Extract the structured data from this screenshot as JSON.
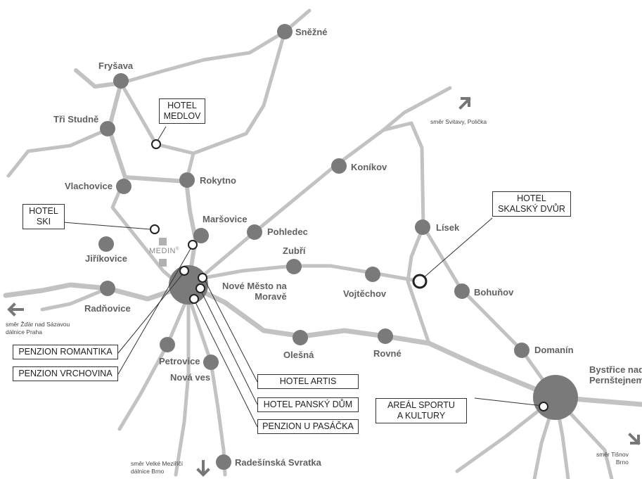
{
  "colors": {
    "road": "#c2c2c2",
    "town_marker": "#7a7a7a",
    "town_text": "#606060",
    "hotel_border": "#333333",
    "medin_logo": "#b0b0b0"
  },
  "towns": [
    {
      "id": "snezne",
      "name": "Sněžné"
    },
    {
      "id": "frysava",
      "name": "Fryšava"
    },
    {
      "id": "tri-studne",
      "name": "Tři Studně"
    },
    {
      "id": "vlachovice",
      "name": "Vlachovice"
    },
    {
      "id": "rokytno",
      "name": "Rokytno"
    },
    {
      "id": "marsovice",
      "name": "Maršovice"
    },
    {
      "id": "pohledec",
      "name": "Pohledec"
    },
    {
      "id": "jirikovice",
      "name": "Jiříkovice"
    },
    {
      "id": "koníkov",
      "name": "Koníkov"
    },
    {
      "id": "lisek",
      "name": "Lísek"
    },
    {
      "id": "zubri",
      "name": "Zubří"
    },
    {
      "id": "nove-mesto",
      "name": "Nové Město na Moravě",
      "lines": [
        "Nové Město na",
        "Moravě"
      ]
    },
    {
      "id": "vojtechov",
      "name": "Vojtěchov"
    },
    {
      "id": "bohunov",
      "name": "Bohuňov"
    },
    {
      "id": "radnovice",
      "name": "Radňovice"
    },
    {
      "id": "olesna",
      "name": "Olešná"
    },
    {
      "id": "rovne",
      "name": "Rovné"
    },
    {
      "id": "domanin",
      "name": "Domanín"
    },
    {
      "id": "bystrice",
      "name": "Bystřice nad Pernštejnem",
      "lines": [
        "Bystřice nad",
        "Pernštejnem"
      ]
    },
    {
      "id": "petrovice",
      "name": "Petrovice"
    },
    {
      "id": "nova-ves",
      "name": "Nová ves"
    },
    {
      "id": "radesinska",
      "name": "Radešínská Svratka"
    }
  ],
  "hotels": [
    {
      "id": "medlov",
      "lines": [
        "HOTEL",
        "MEDLOV"
      ]
    },
    {
      "id": "ski",
      "lines": [
        "HOTEL",
        "SKI"
      ]
    },
    {
      "id": "skalsky",
      "lines": [
        "HOTEL",
        "SKALSKÝ DVŮR"
      ]
    },
    {
      "id": "romantika",
      "lines": [
        "PENZION ROMANTIKA"
      ]
    },
    {
      "id": "vrchovina",
      "lines": [
        "PENZION VRCHOVINA"
      ]
    },
    {
      "id": "artis",
      "lines": [
        "HOTEL ARTIS"
      ]
    },
    {
      "id": "pansky",
      "lines": [
        "HOTEL PANSKÝ DŮM"
      ]
    },
    {
      "id": "pasacka",
      "lines": [
        "PENZION U PASÁČKA"
      ]
    },
    {
      "id": "areal",
      "lines": [
        "AREÁL SPORTU",
        "A KULTURY"
      ]
    }
  ],
  "directions": [
    {
      "id": "svitavy",
      "icon": "arrow-northeast-icon",
      "lines": [
        "směr Svitavy, Polička"
      ]
    },
    {
      "id": "zdar",
      "icon": "arrow-west-icon",
      "lines": [
        "směr Žďár nad Sázavou",
        "dálnice Praha"
      ]
    },
    {
      "id": "tisnov",
      "icon": "arrow-southeast-icon",
      "lines": [
        "směr Tišnov",
        "Brno"
      ]
    },
    {
      "id": "mezirici",
      "icon": "arrow-south-icon",
      "lines": [
        "směr Velké Meziříčí",
        "dálnice Brno"
      ]
    }
  ],
  "logo": {
    "text": "MEDIN",
    "mark": "®"
  }
}
